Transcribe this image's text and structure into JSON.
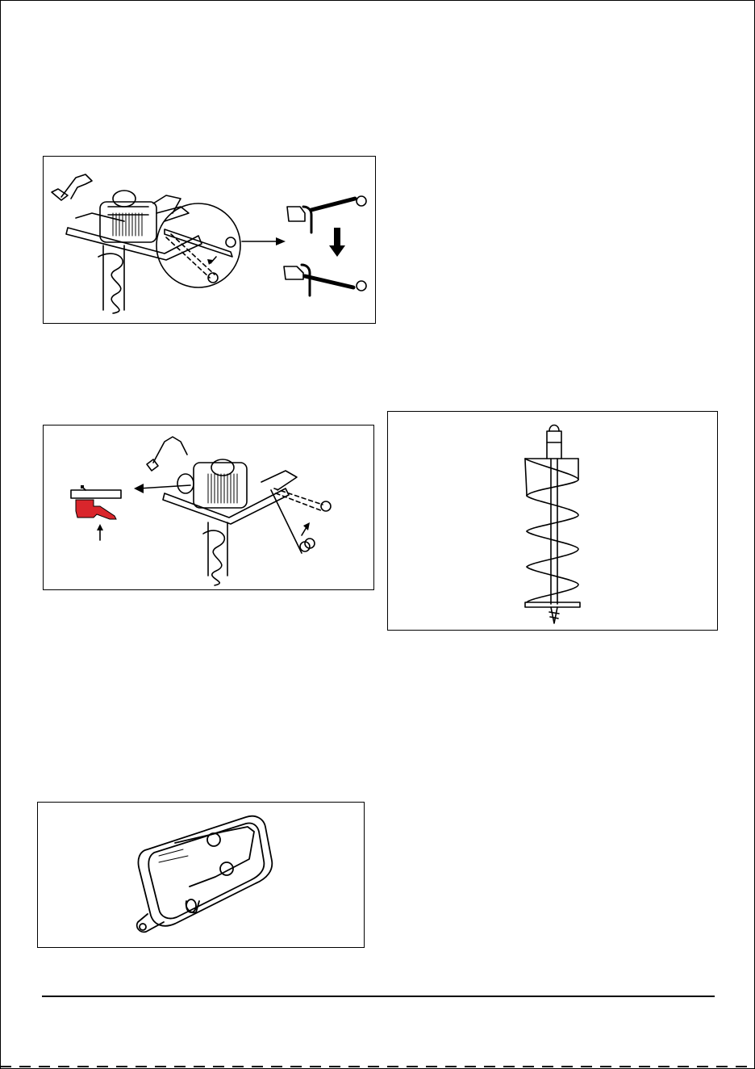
{
  "page": {
    "figures": [
      {
        "id": "choke-lever-figure",
        "callouts": [
          "",
          "",
          "",
          ""
        ]
      },
      {
        "id": "throttle-trigger-figure",
        "callouts": [
          "",
          ""
        ]
      },
      {
        "id": "auger-bit-figure"
      },
      {
        "id": "muffler-figure"
      }
    ]
  },
  "colors": {
    "line": "#000000",
    "highlight_red": "#d9262c",
    "background": "#ffffff"
  }
}
